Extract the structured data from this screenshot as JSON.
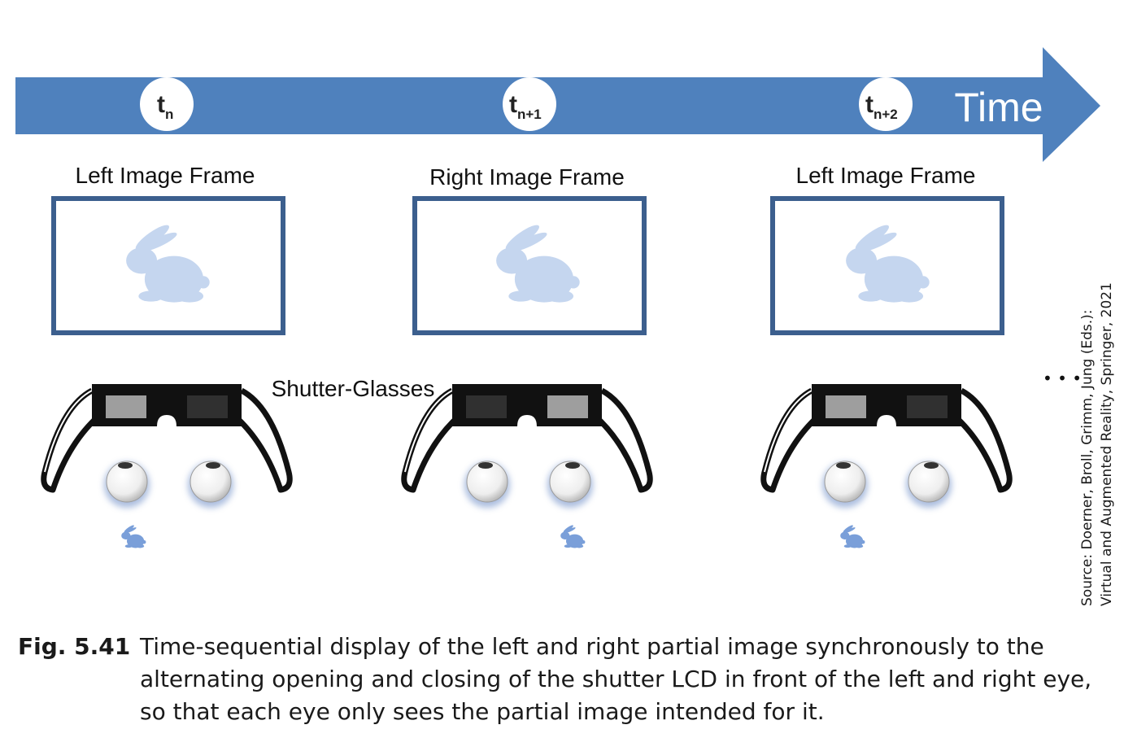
{
  "timeline": {
    "label": "Time",
    "markers": [
      {
        "base": "t",
        "sub": "n"
      },
      {
        "base": "t",
        "sub": "n+1"
      },
      {
        "base": "t",
        "sub": "n+2"
      }
    ]
  },
  "frames": [
    {
      "label": "Left Image Frame",
      "open_eye": "left"
    },
    {
      "label": "Right Image Frame",
      "open_eye": "right"
    },
    {
      "label": "Left Image Frame",
      "open_eye": "left"
    }
  ],
  "glasses_label": "Shutter-Glasses",
  "continuation": "• • •",
  "caption": {
    "figure_number": "Fig. 5.41",
    "text": "Time-sequential display of the left and right partial image synchronously to the alternating opening and closing of the shutter LCD in front of the left and right eye, so that each eye only sees the partial image intended for it."
  },
  "source": {
    "line1": "Source: Doerner, Broll, Grimm, Jung (Eds.):",
    "line2": "Virtual and Augmented Reality, Springer, 2021"
  },
  "colors": {
    "arrow": "#4f81bd",
    "frame_border": "#3c5f8e",
    "bunny": "#c5d6ef",
    "small_bunny": "#7a9fd9",
    "lens_open": "#9e9e9e",
    "lens_closed": "#303030"
  }
}
